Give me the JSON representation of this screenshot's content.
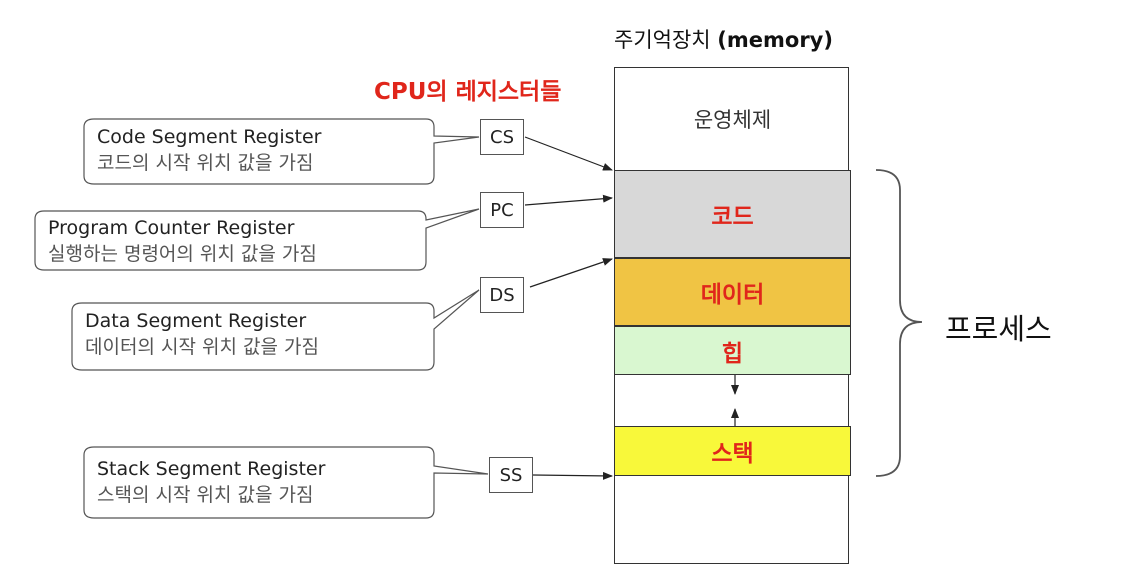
{
  "memory": {
    "title_prefix": "주기억장치 ",
    "title_bold": "(memory)",
    "segments": {
      "os": "운영체제",
      "code": "코드",
      "data": "데이터",
      "heap": "힙",
      "stack": "스택"
    }
  },
  "cpu_title": "CPU의 레지스터들",
  "registers": {
    "cs": {
      "name": "CS",
      "title": "Code Segment Register",
      "desc": "코드의 시작 위치 값을 가짐"
    },
    "pc": {
      "name": "PC",
      "title": "Program Counter Register",
      "desc": "실행하는 명령어의 위치 값을 가짐"
    },
    "ds": {
      "name": "DS",
      "title": "Data Segment Register",
      "desc": "데이터의 시작 위치 값을 가짐"
    },
    "ss": {
      "name": "SS",
      "title": "Stack Segment Register",
      "desc": "스택의 시작 위치 값을 가짐"
    }
  },
  "process_label": "프로세스"
}
